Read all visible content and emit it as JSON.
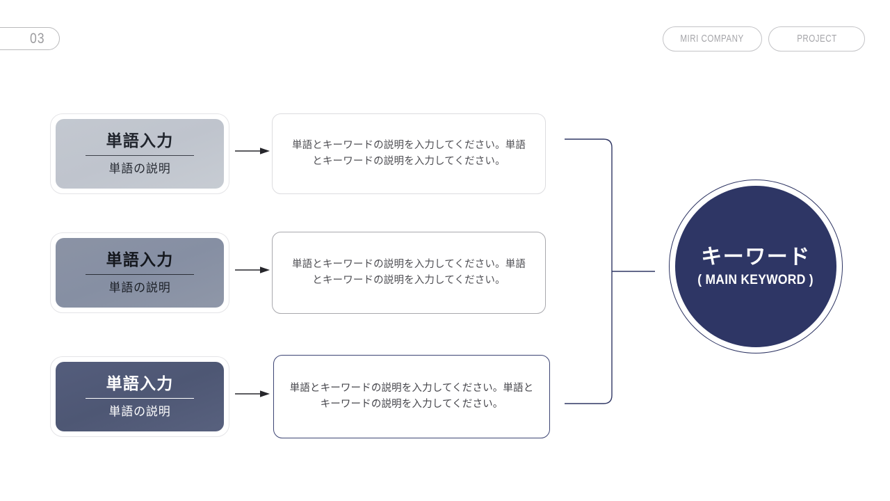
{
  "header": {
    "page_number": "03",
    "pills": [
      {
        "label": "MIRI COMPANY"
      },
      {
        "label": "PROJECT"
      }
    ]
  },
  "diagram": {
    "rows": [
      {
        "card_title": "単語入力",
        "card_subtitle": "単語の説明",
        "card_fill": "#c3c8d0",
        "description": "単語とキーワードの説明を入力してください。単語とキーワードの説明を入力してください。",
        "desc_border": "#dcdcdf",
        "arrow_icon": "arrow-right-icon"
      },
      {
        "card_title": "単語入力",
        "card_subtitle": "単語の説明",
        "card_fill": "#868fa3",
        "description": "単語とキーワードの説明を入力してください。単語とキーワードの説明を入力してください。",
        "desc_border": "#a8a8ad",
        "arrow_icon": "arrow-right-icon"
      },
      {
        "card_title": "単語入力",
        "card_subtitle": "単語の説明",
        "card_fill": "#4e5774",
        "description": "単語とキーワードの説明を入力してください。単語とキーワードの説明を入力してください。",
        "desc_border": "#3c4473",
        "arrow_icon": "arrow-right-icon"
      }
    ],
    "keyword_circle": {
      "title": "キーワード",
      "subtitle": "( MAIN KEYWORD )",
      "fill": "#2e3665",
      "ring": "#2b3261"
    },
    "connector_color": "#2f3663"
  }
}
